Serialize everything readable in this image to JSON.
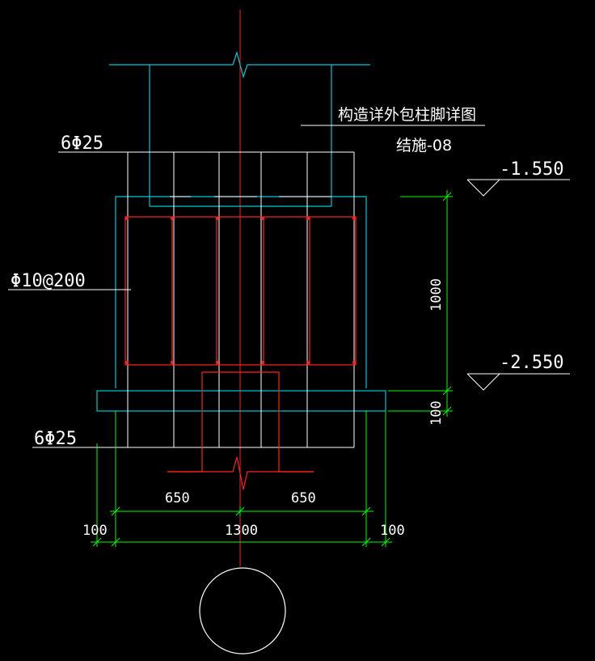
{
  "title": "构造详外包柱脚详图",
  "drawing_ref": "结施-08",
  "labels": {
    "top_rebar": "6Φ25",
    "bottom_rebar": "6Φ25",
    "stirrup": "Φ10@200"
  },
  "elevations": {
    "top": "-1.550",
    "bottom": "-2.550"
  },
  "dimensions": {
    "height": "1000",
    "pad": "100",
    "half_left": "650",
    "half_right": "650",
    "overall": "1300",
    "edge_left": "100",
    "edge_right": "100"
  },
  "colors": {
    "background": "#000000",
    "concrete_outline": "#00c8d8",
    "rebar": "#ff2020",
    "dimension": "#00ff00",
    "linework": "#ffffff"
  }
}
